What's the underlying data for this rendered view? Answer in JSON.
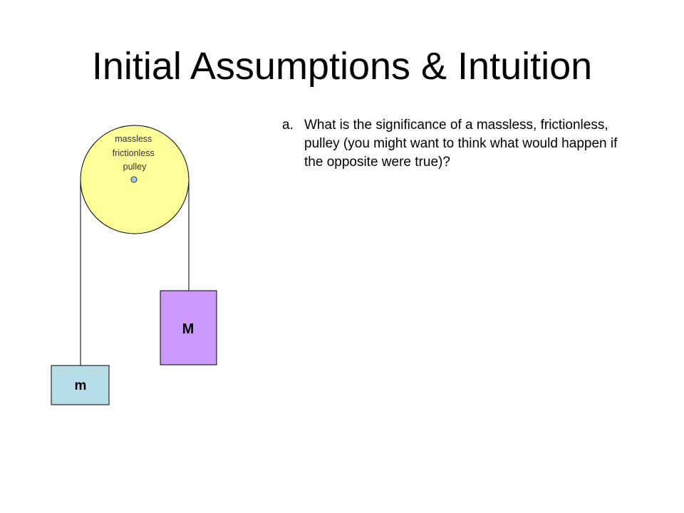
{
  "slide": {
    "title": "Initial Assumptions & Intuition"
  },
  "diagram": {
    "pulley_label_lines": [
      "massless",
      "frictionless",
      "pulley"
    ],
    "small_mass_label": "m",
    "large_mass_label": "M",
    "colors": {
      "pulley_fill": "#FFFF99",
      "axle_fill": "#99CCFF",
      "small_mass_fill": "#B7DEE8",
      "large_mass_fill": "#CC99FF",
      "stroke": "#000000",
      "pulley_label": "#333333"
    }
  },
  "question": {
    "marker": "a.",
    "text": "What is the significance of a massless, frictionless, pulley (you might want to think what would happen if the opposite were true)?"
  }
}
